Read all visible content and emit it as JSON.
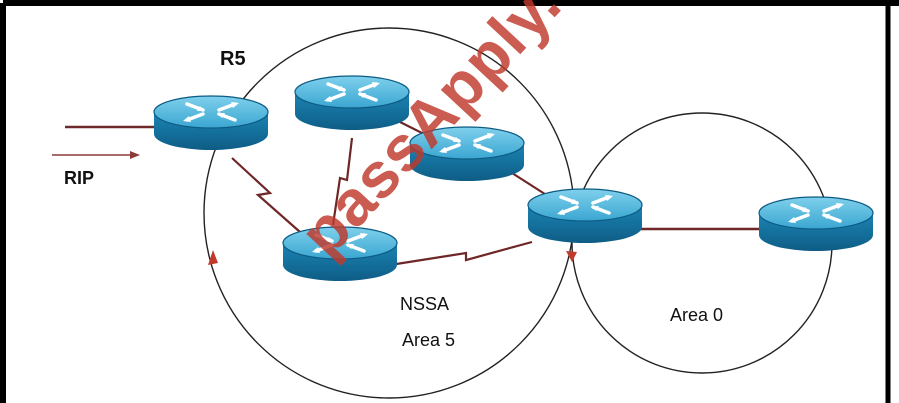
{
  "labels": {
    "r5": "R5",
    "rip": "RIP",
    "nssa": "NSSA",
    "area5": "Area 5",
    "area0": "Area 0"
  },
  "watermark": "passApply.com",
  "colors": {
    "border": "#000000",
    "link": "#7a2626",
    "router_body": "#1f8fbf",
    "router_top": "#55bde0",
    "watermark": "#c0392b"
  }
}
